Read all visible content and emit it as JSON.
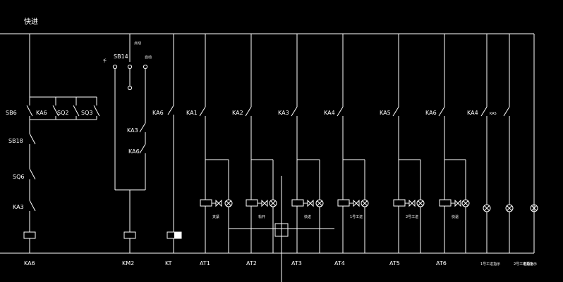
{
  "title": "快进",
  "colors": {
    "background": "#000000",
    "line": "#ffffff"
  },
  "selector": {
    "id": "SB14",
    "left": "手",
    "middle": "点动",
    "right": "自动"
  },
  "col1_contacts": [
    "SB6",
    "SB18",
    "SQ6",
    "KA3"
  ],
  "col1_parallel": [
    "KA6",
    "SQ2",
    "SQ3"
  ],
  "col2_contacts": [
    "KA3",
    "KA6"
  ],
  "col3_contact": "KA6",
  "branch_contacts": [
    "KA1",
    "KA2",
    "KA3",
    "KA4",
    "KA5",
    "KA6",
    "KA4",
    "KA5"
  ],
  "branch_labels": [
    "夹紧",
    "松开",
    "快进",
    "1号工进",
    "2号工进",
    "快退"
  ],
  "bottom_labels": [
    "KA6",
    "KM2",
    "KT",
    "AT1",
    "AT2",
    "AT3",
    "AT4",
    "AT5",
    "AT6",
    "1号工进指示",
    "2号工进指示",
    "电源指示"
  ]
}
